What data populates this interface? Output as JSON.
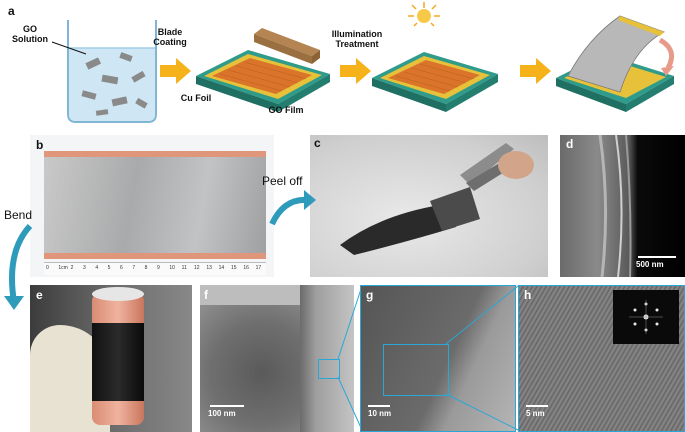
{
  "panels": {
    "a": {
      "label": "a",
      "go_solution": "GO\nSolution",
      "blade_coating": "Blade\nCoating",
      "cu_foil": "Cu Foil",
      "go_film": "GO Film",
      "illumination": "Illumination\nTreatment"
    },
    "b": {
      "label": "b",
      "ruler_ticks": [
        "0",
        "1cm",
        "2",
        "3",
        "4",
        "5",
        "6",
        "7",
        "8",
        "9",
        "10",
        "11",
        "12",
        "13",
        "14",
        "15",
        "16",
        "17"
      ]
    },
    "c": {
      "label": "c"
    },
    "d": {
      "label": "d",
      "scale": "500 nm"
    },
    "e": {
      "label": "e"
    },
    "f": {
      "label": "f",
      "scale": "100 nm"
    },
    "g": {
      "label": "g",
      "scale": "10 nm"
    },
    "h": {
      "label": "h",
      "scale": "5 nm"
    }
  },
  "annotations": {
    "peel_off": "Peel off",
    "bend": "Bend"
  },
  "colors": {
    "arrow_orange": "#f5b21b",
    "teal_arrow": "#2e9bbb",
    "cu_copper": "#e0967a",
    "frame_blue": "#2aa7d6",
    "substrate_green": "#2f9b8a",
    "film_orange": "#d9742a"
  }
}
